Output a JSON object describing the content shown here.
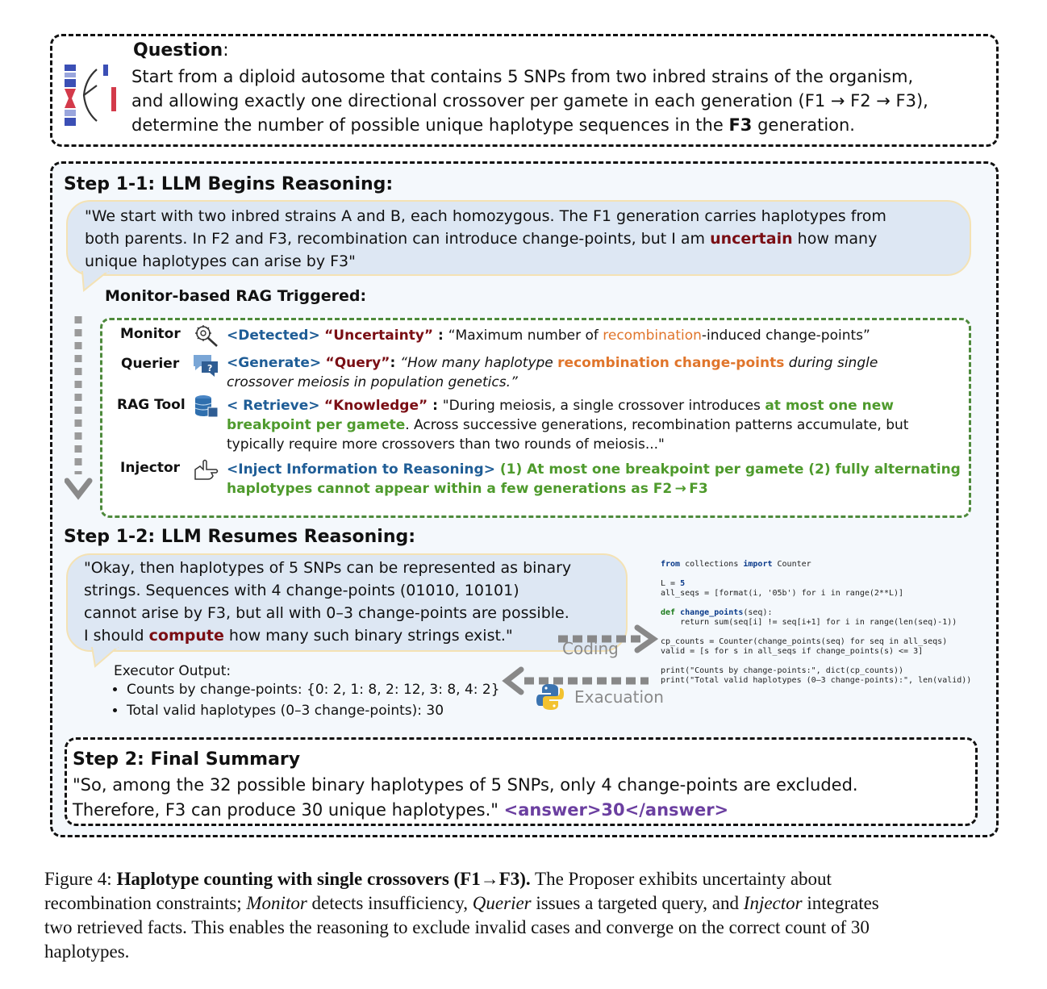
{
  "question": {
    "title": "Question",
    "colon": ":",
    "lines": [
      "Start from a diploid autosome that contains 5 SNPs from two inbred strains of the organism,",
      "and allowing exactly one directional crossover per gamete in each generation (F1 → F2 → F3),",
      "determine the number of possible unique haplotype sequences in the "
    ],
    "line3_bold": "F3",
    "line3_end": " generation."
  },
  "step11": {
    "title": "Step 1-1: LLM Begins Reasoning:",
    "line1": "\"We start with two inbred strains A and B, each homozygous. The F1 generation carries haplotypes from",
    "line2_a": "both parents. In F2 and F3, recombination can introduce change-points, but I am ",
    "line2_red": "uncertain",
    "line2_b": " how many",
    "line3": "unique haplotypes can arise by F3\""
  },
  "rag": {
    "title": "Monitor-based RAG Triggered:",
    "monitor": {
      "role": "Monitor",
      "tag": "<Detected>",
      "key": "“Uncertainty”",
      "colon": " : ",
      "text_a": "“Maximum number of ",
      "text_orange": "recombination",
      "text_b": "-induced change-points”"
    },
    "querier": {
      "role": "Querier",
      "tag": "<Generate>",
      "key": "“Query”",
      "colon": ": ",
      "text_a": "“How many haplotype ",
      "text_orange": "recombination change-points",
      "text_b": " during single",
      "line2": "crossover meiosis in population genetics.”"
    },
    "ragtool": {
      "role": "RAG Tool",
      "tag": "< Retrieve>",
      "key": "“Knowledge”",
      "colon": " : ",
      "text_a": "\"During meiosis, a single crossover introduces ",
      "text_green": "at most one new",
      "line2_green": "breakpoint per gamete",
      "line2_b": ". Across successive generations, recombination patterns accumulate, but",
      "line3": "typically require more crossovers than two rounds of meiosis...\""
    },
    "injector": {
      "role": "Injector",
      "tag": "<Inject Information to Reasoning>",
      "text_green": " (1) At most one breakpoint per gamete (2) fully alternating",
      "line2_green": "haplotypes cannot appear within a few generations as F2 → F3"
    }
  },
  "step12": {
    "title": "Step 1-2: LLM Resumes Reasoning:",
    "line1": "\"Okay, then haplotypes of 5 SNPs can be represented as binary",
    "line2": "strings. Sequences with 4 change-points (01010, 10101)",
    "line3": "cannot arise by F3, but all with 0–3 change-points are possible.",
    "line4_a": "I should ",
    "line4_red": "compute",
    "line4_b": " how many such binary strings exist.\"",
    "coding_label": "Coding",
    "execution_label": "Exacuation",
    "executor_title": "Executor Output:",
    "executor_items": [
      "Counts by change-points: {0: 2, 1: 8, 2: 12, 3: 8, 4: 2}",
      "Total valid haplotypes (0–3 change-points): 30"
    ]
  },
  "code": {
    "l1_kw1": "from",
    "l1_mod": " collections ",
    "l1_kw2": "import",
    "l1_rest": " Counter",
    "l2_a": "L = ",
    "l2_num": "5",
    "l3": "all_seqs = [format(i, '05b') for i in range(2**L)]",
    "l4_kw": "def",
    "l4_name": " change_points",
    "l4_rest": "(seq):",
    "l5": "    return sum(seq[i] != seq[i+1] for i in range(len(seq)-1))",
    "l6": "cp_counts = Counter(change_points(seq) for seq in all_seqs)",
    "l7": "valid = [s for s in all_seqs if change_points(s) <= 3]",
    "l8": "print(\"Counts by change-points:\", dict(cp_counts))",
    "l9": "print(\"Total valid haplotypes (0–3 change-points):\", len(valid))"
  },
  "step2": {
    "title": "Step 2: Final Summary",
    "line1": " \"So, among the 32 possible binary haplotypes of 5 SNPs, only 4 change-points are excluded.",
    "line2": "Therefore, F3 can produce 30 unique haplotypes.\" ",
    "answer": "<answer>30</answer>"
  },
  "caption": {
    "label": "Figure 4:  ",
    "bold": "Haplotype counting with single crossovers (F1→F3).",
    "t1": " The Proposer exhibits uncertainty about",
    "t2a": "recombination constraints; ",
    "t2_monitor": "Monitor",
    "t2b": " detects insufficiency, ",
    "t2_querier": "Querier",
    "t2c": " issues a targeted query, and ",
    "t2_injector": "Injector",
    "t2d": " integrates",
    "t3": "two retrieved facts. This enables the reasoning to exclude invalid cases and converge on the correct count of 30",
    "t4": "haplotypes."
  },
  "colors": {
    "dark_red": "#7a0e14",
    "blue_tag": "#1f5d96",
    "orange": "#e0752b",
    "green": "#4e9a2c",
    "purple": "#6b3fa0",
    "bubble_fill": "#dde7f3",
    "panel_fill": "#f4f8fc"
  },
  "icons": [
    "chromosome-icon",
    "magnifier-gear-icon",
    "query-bubble-icon",
    "database-icon",
    "hand-pointer-icon",
    "python-icon"
  ]
}
